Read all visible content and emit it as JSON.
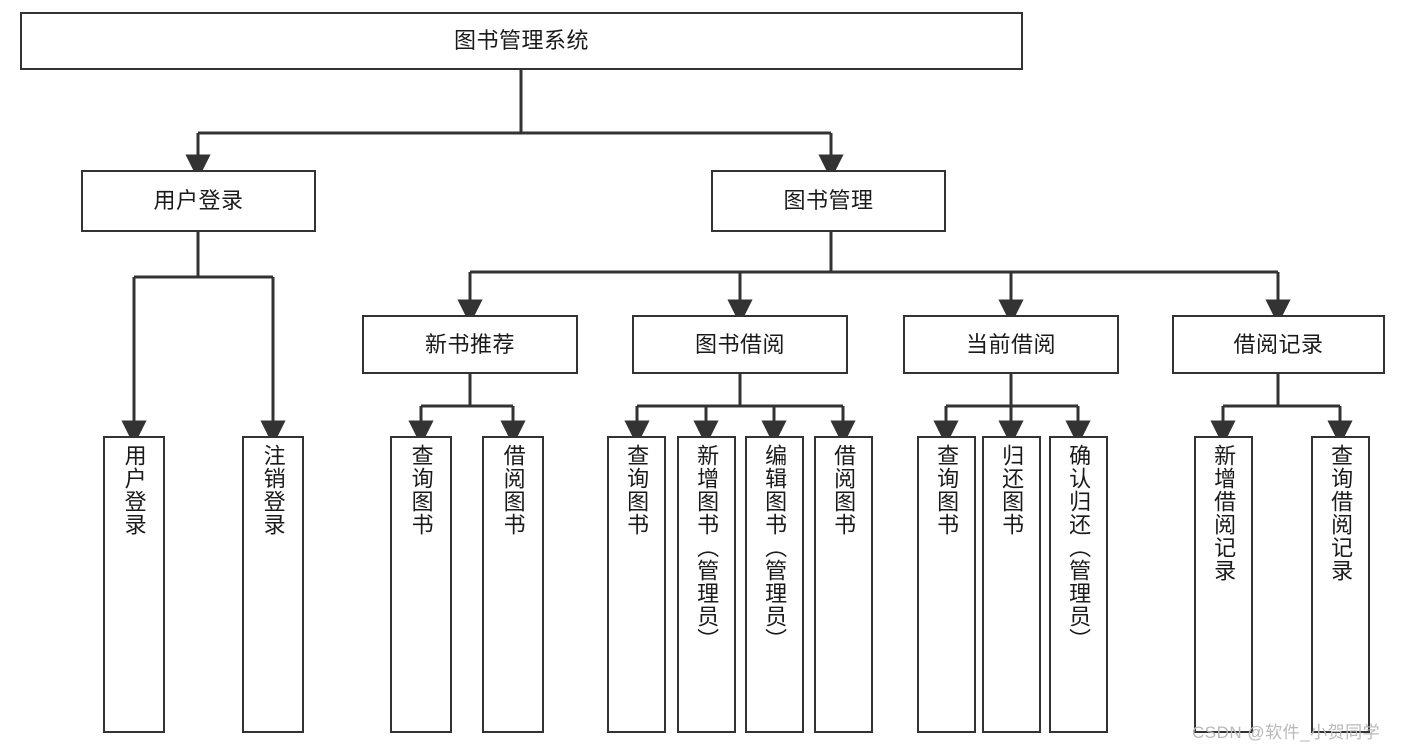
{
  "diagram": {
    "title": "图书管理系统",
    "type": "功能结构图",
    "root": {
      "id": "root",
      "label": "图书管理系统"
    },
    "level1": [
      {
        "id": "user-login",
        "label": "用户登录"
      },
      {
        "id": "book-manage",
        "label": "图书管理"
      }
    ],
    "level2": [
      {
        "id": "new-book-recommend",
        "label": "新书推荐",
        "parent": "book-manage"
      },
      {
        "id": "book-borrow",
        "label": "图书借阅",
        "parent": "book-manage"
      },
      {
        "id": "current-borrow",
        "label": "当前借阅",
        "parent": "book-manage"
      },
      {
        "id": "borrow-record",
        "label": "借阅记录",
        "parent": "book-manage"
      }
    ],
    "leaves": [
      {
        "id": "leaf-user-login",
        "label": "用户登录",
        "parent": "user-login"
      },
      {
        "id": "leaf-user-logout",
        "label": "注销登录",
        "parent": "user-login"
      },
      {
        "id": "leaf-query-book-1",
        "label": "查询图书",
        "parent": "new-book-recommend"
      },
      {
        "id": "leaf-borrow-book-1",
        "label": "借阅图书",
        "parent": "new-book-recommend"
      },
      {
        "id": "leaf-query-book-2",
        "label": "查询图书",
        "parent": "book-borrow"
      },
      {
        "id": "leaf-add-book",
        "label": "新增图书（管理员）",
        "parent": "book-borrow"
      },
      {
        "id": "leaf-edit-book",
        "label": "编辑图书（管理员）",
        "parent": "book-borrow"
      },
      {
        "id": "leaf-borrow-book-2",
        "label": "借阅图书",
        "parent": "book-borrow"
      },
      {
        "id": "leaf-query-book-3",
        "label": "查询图书",
        "parent": "current-borrow"
      },
      {
        "id": "leaf-return-book",
        "label": "归还图书",
        "parent": "current-borrow"
      },
      {
        "id": "leaf-confirm-return",
        "label": "确认归还（管理员）",
        "parent": "current-borrow"
      },
      {
        "id": "leaf-add-record",
        "label": "新增借阅记录",
        "parent": "borrow-record"
      },
      {
        "id": "leaf-query-record",
        "label": "查询借阅记录",
        "parent": "borrow-record"
      }
    ],
    "watermark": "CSDN @软件_小贺同学",
    "colors": {
      "stroke": "#333333",
      "fill": "#ffffff",
      "text": "#1a1a1a",
      "watermark": "#b9b9b9"
    }
  }
}
